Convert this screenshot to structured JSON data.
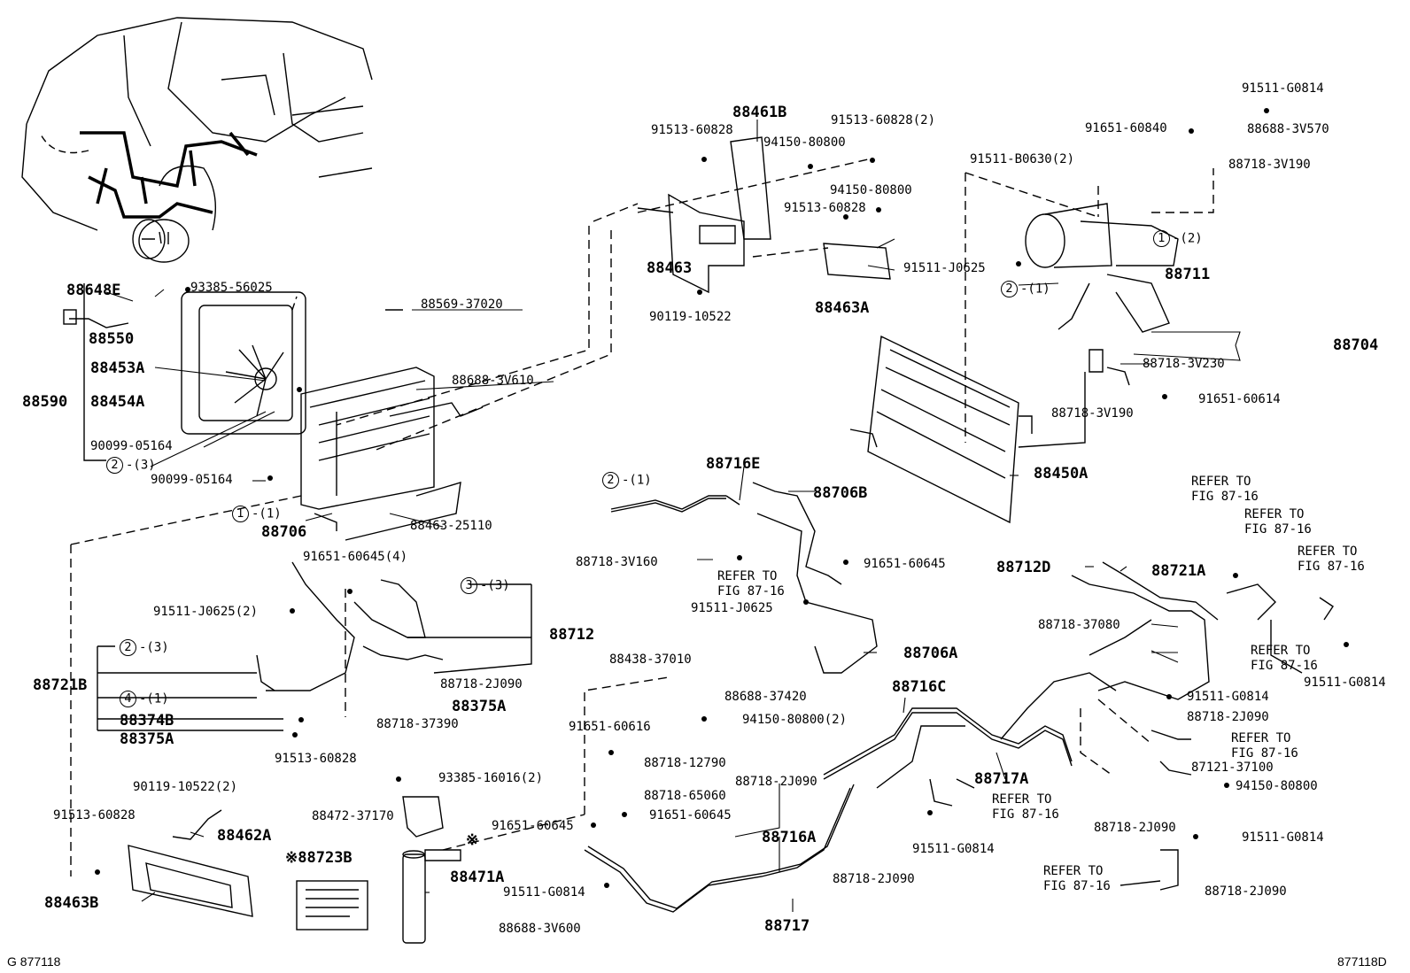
{
  "labels": {
    "p88648E": "88648E",
    "p93385_56025": "93385-56025",
    "p88550": "88550",
    "p88453A": "88453A",
    "p88590": "88590",
    "p88454A": "88454A",
    "p90099_a": "90099-05164",
    "p90099_b": "90099-05164",
    "p88569": "88569-37020",
    "p88688_3V610": "88688-3V610",
    "p88706": "88706",
    "p88463_25110": "88463-25110",
    "p91513_60828_a": "91513-60828",
    "p88461B": "88461B",
    "p91513_60828_2": "91513-60828(2)",
    "p94150_a": "94150-80800",
    "p94150_b": "94150-80800",
    "p91513_60828_b": "91513-60828",
    "p88463": "88463",
    "p90119_10522": "90119-10522",
    "p88463A": "88463A",
    "p91511_J0625_a": "91511-J0625",
    "p91511_G0814_a": "91511-G0814",
    "p91651_60840": "91651-60840",
    "p88688_3V570": "88688-3V570",
    "p91511_B0630": "91511-B0630(2)",
    "p88718_3V190_a": "88718-3V190",
    "p88711": "88711",
    "p88704": "88704",
    "p88718_3V230": "88718-3V230",
    "p91651_60614": "91651-60614",
    "p88718_3V190_b": "88718-3V190",
    "p88450A": "88450A",
    "p88716E": "88716E",
    "p88706B": "88706B",
    "p88718_3V160": "88718-3V160",
    "p91651_60645_a": "91651-60645",
    "p91511_J0625_b": "91511-J0625",
    "p88706A": "88706A",
    "p88438": "88438-37010",
    "p88688_37420": "88688-37420",
    "p94150_2": "94150-80800(2)",
    "p91651_60616": "91651-60616",
    "p88718_12790": "88718-12790",
    "p88716C": "88716C",
    "p88718_65060": "88718-65060",
    "p88718_2J090_a": "88718-2J090",
    "p91651_60645_b": "91651-60645",
    "p91651_60645_c": "91651-60645",
    "p88716A": "88716A",
    "p91511_G0814_b": "91511-G0814",
    "p88688_3V600": "88688-3V600",
    "p88717": "88717",
    "p88718_2J090_b": "88718-2J090",
    "p91511_G0814_c": "91511-G0814",
    "p88717A": "88717A",
    "p91651_60645_4": "91651-60645(4)",
    "p91511_J0625_2": "91511-J0625(2)",
    "p88712": "88712",
    "p88721B": "88721B",
    "p88718_2J090_c": "88718-2J090",
    "p88374B": "88374B",
    "p88375A_a": "88375A",
    "p88375A_b": "88375A",
    "p88718_37390": "88718-37390",
    "p91513_60828_c": "91513-60828",
    "p93385_16016": "93385-16016(2)",
    "p88472": "88472-37170",
    "p88471A": "88471A",
    "p88723B": "88723B",
    "p90119_10522_2": "90119-10522(2)",
    "p91513_60828_d": "91513-60828",
    "p88462A": "88462A",
    "p88463B": "88463B",
    "p88712D": "88712D",
    "p88721A": "88721A",
    "p88718_37080": "88718-37080",
    "p91511_G0814_d": "91511-G0814",
    "p88718_2J090_d": "88718-2J090",
    "p87121": "87121-37100",
    "p94150_c": "94150-80800",
    "p88718_2J090_e": "88718-2J090",
    "p91511_G0814_e": "91511-G0814",
    "p88718_2J090_f": "88718-2J090",
    "p91511_G0814_f": "91511-G0814"
  },
  "callouts": {
    "c2_3a": {
      "num": "2",
      "qty": "-(3)"
    },
    "c1_1a": {
      "num": "1",
      "qty": "-(1)"
    },
    "c1_2": {
      "num": "1",
      "qty": "-(2)"
    },
    "c2_1a": {
      "num": "2",
      "qty": "-(1)"
    },
    "c2_1b": {
      "num": "2",
      "qty": "-(1)"
    },
    "c3_3": {
      "num": "3",
      "qty": "-(3)"
    },
    "c2_3b": {
      "num": "2",
      "qty": "-(3)"
    },
    "c4_1": {
      "num": "4",
      "qty": "-(1)"
    }
  },
  "refs": {
    "r1": "REFER TO\nFIG 87-16",
    "r2": "REFER TO\nFIG 87-16",
    "r3": "REFER TO\nFIG 87-16",
    "r4": "REFER TO\nFIG 87-16",
    "r5": "REFER TO\nFIG 87-16",
    "r6": "REFER TO\nFIG 87-16",
    "r7": "REFER TO\nFIG 87-16",
    "r8": "REFER TO\nFIG 87-16"
  },
  "symbols": {
    "note_mark": "※"
  },
  "footer": {
    "left": "G 877118",
    "right": "877118D"
  }
}
